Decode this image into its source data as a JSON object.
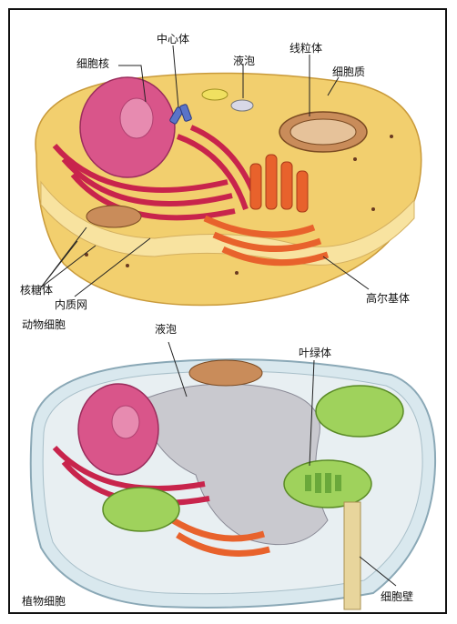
{
  "figures": {
    "animal": {
      "caption": "动物细胞",
      "labels": {
        "centrosome": "中心体",
        "nucleus": "细胞核",
        "vacuole": "液泡",
        "mitochondrion": "线粒体",
        "cytoplasm": "细胞质",
        "ribosome": "核糖体",
        "er": "内质网",
        "golgi": "高尔基体"
      }
    },
    "plant": {
      "caption": "植物细胞",
      "labels": {
        "vacuole": "液泡",
        "chloroplast": "叶绿体",
        "cell_wall": "细胞壁"
      }
    }
  },
  "colors": {
    "cytoplasm": "#f2cf6e",
    "cytoplasm_light": "#f8e3a0",
    "nucleus": "#d9558a",
    "er": "#d8325a",
    "golgi": "#e8622c",
    "mitochondrion": "#c98c5a",
    "chloroplast": "#9fd25c",
    "plant_vacuole": "#c9c9cf",
    "cell_wall": "#d9e8ee"
  }
}
